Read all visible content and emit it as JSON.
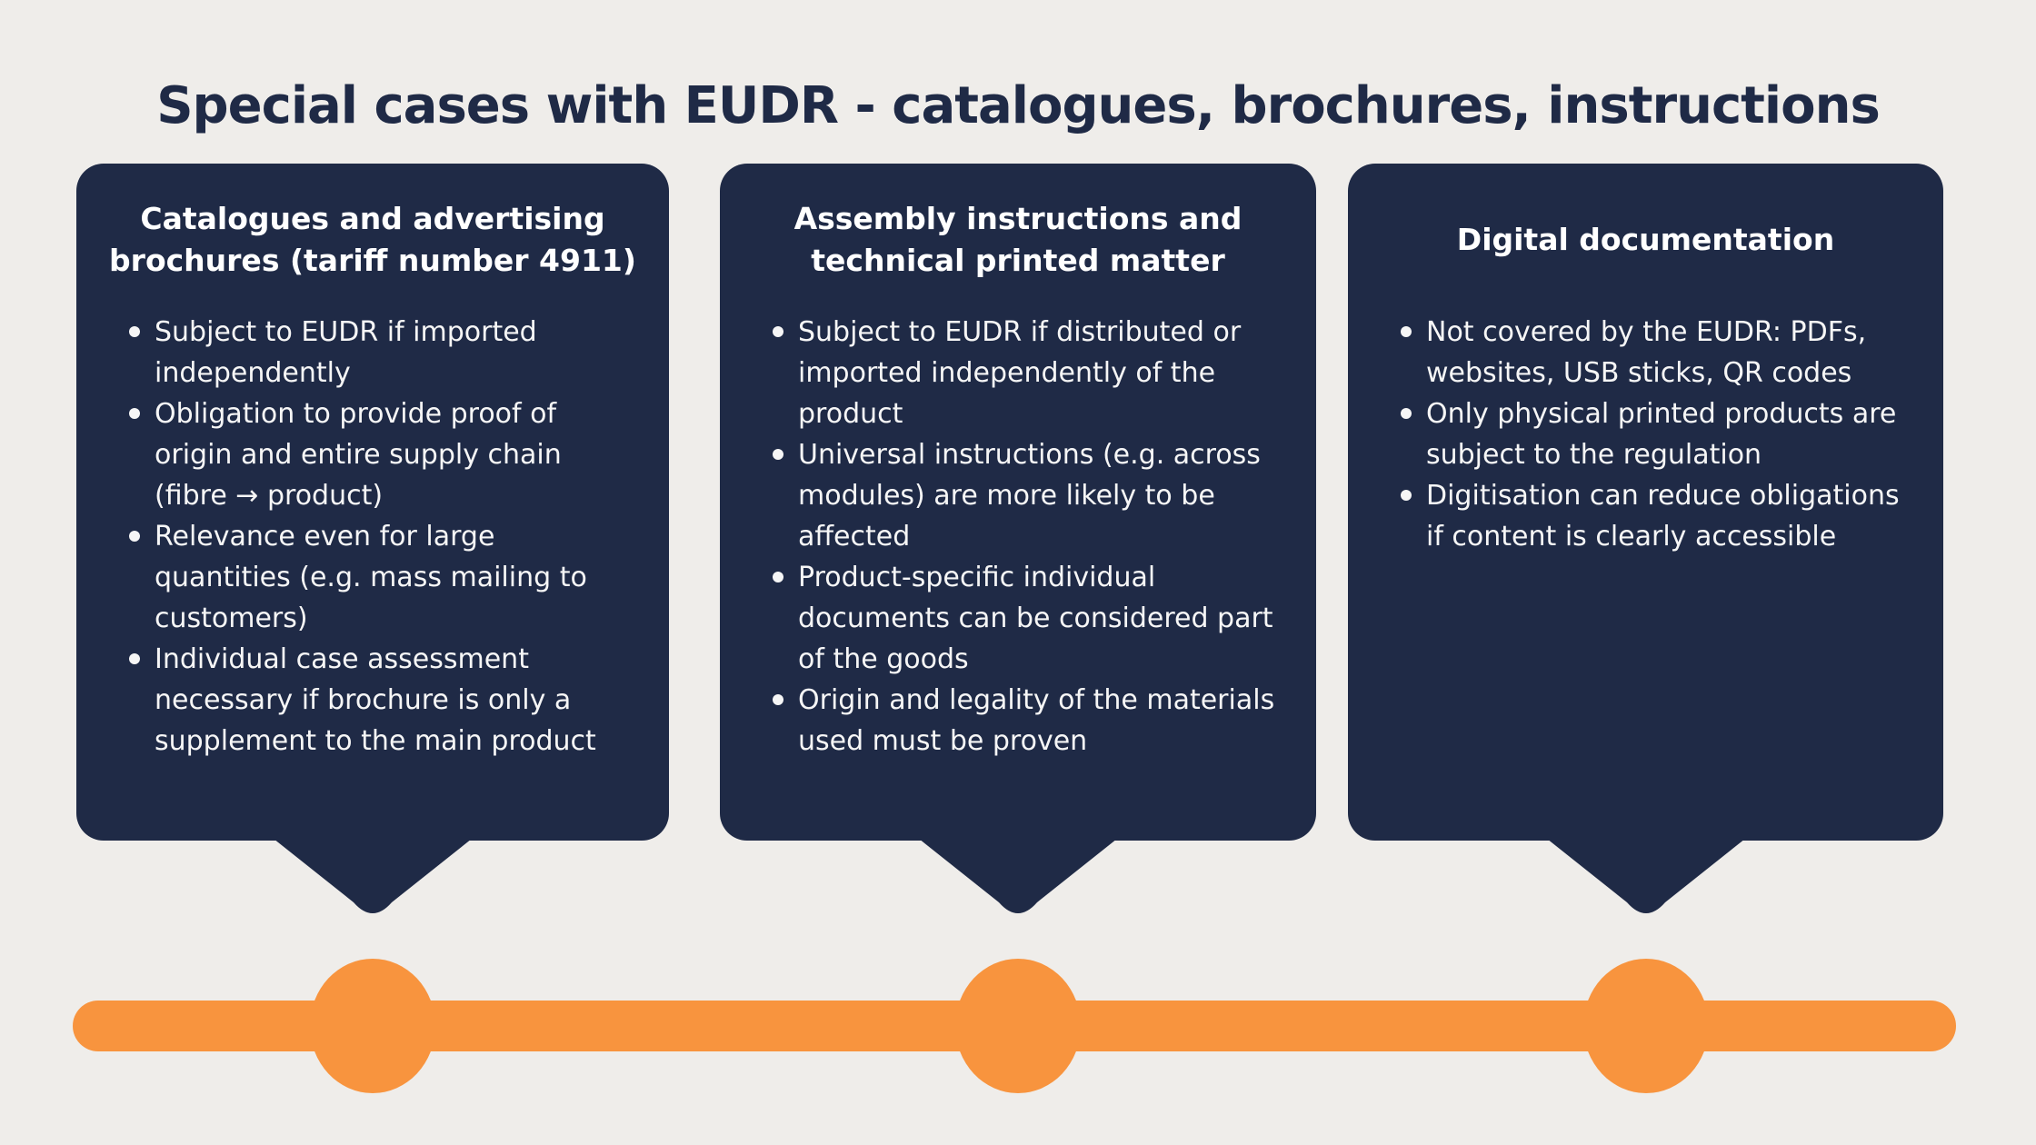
{
  "title": "Special cases with EUDR - catalogues, brochures, instructions",
  "cards": [
    {
      "title": "Catalogues and advertising brochures (tariff number 4911)",
      "bullets": [
        "Subject to EUDR if imported independently",
        "Obligation to provide proof of origin and entire supply chain (fibre → product)",
        "Relevance even for large quantities (e.g. mass mailing to customers)",
        "Individual case assessment necessary if brochure is only a supplement to the main product"
      ]
    },
    {
      "title": "Assembly instructions and technical printed matter",
      "bullets": [
        "Subject to EUDR if distributed or imported independently of the product",
        "Universal instructions (e.g. across modules) are more likely to be affected",
        "Product-specific individual documents can be considered part of the goods",
        "Origin and legality of the materials used must be proven"
      ]
    },
    {
      "title": "Digital documentation",
      "bullets": [
        "Not covered by the EUDR: PDFs, websites, USB sticks, QR codes",
        "Only physical printed products are subject to the regulation",
        "Digitisation can reduce obligations if content is clearly accessible"
      ]
    }
  ],
  "timeline": {
    "node_count": 3
  },
  "colors": {
    "background": "#EFEDEA",
    "card_navy": "#1F2A46",
    "text_on_card": "#F6F6F6",
    "title_navy": "#1F2A46",
    "accent_orange": "#F8943E"
  }
}
